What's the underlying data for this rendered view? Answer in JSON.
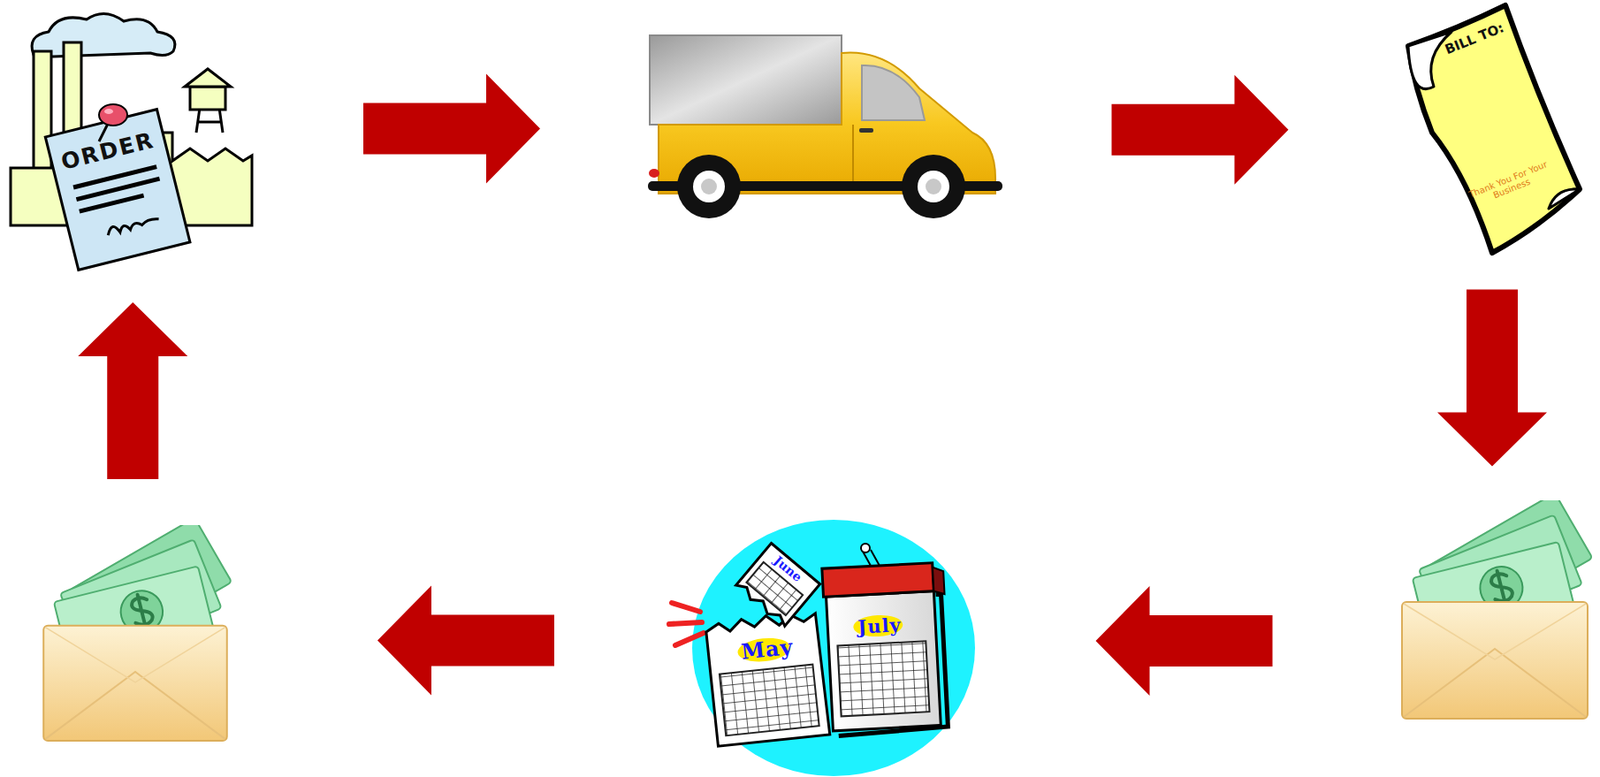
{
  "diagram": {
    "nodes": [
      {
        "text": [
          "ORDER"
        ]
      },
      {
        "text": []
      },
      {
        "text": [
          "BILL TO:",
          "Thank You For Your Business"
        ]
      },
      {
        "text": []
      },
      {
        "text": [
          "June",
          "May",
          "July"
        ]
      },
      {
        "text": []
      }
    ],
    "edges": [
      {
        "from": 0,
        "to": 1,
        "arrow": "to"
      },
      {
        "from": 1,
        "to": 2,
        "arrow": "to"
      },
      {
        "from": 2,
        "to": 3,
        "arrow": "to"
      },
      {
        "from": 3,
        "to": 4,
        "arrow": "to"
      },
      {
        "from": 4,
        "to": 5,
        "arrow": "to"
      },
      {
        "from": 5,
        "to": 0,
        "arrow": "to"
      }
    ]
  }
}
